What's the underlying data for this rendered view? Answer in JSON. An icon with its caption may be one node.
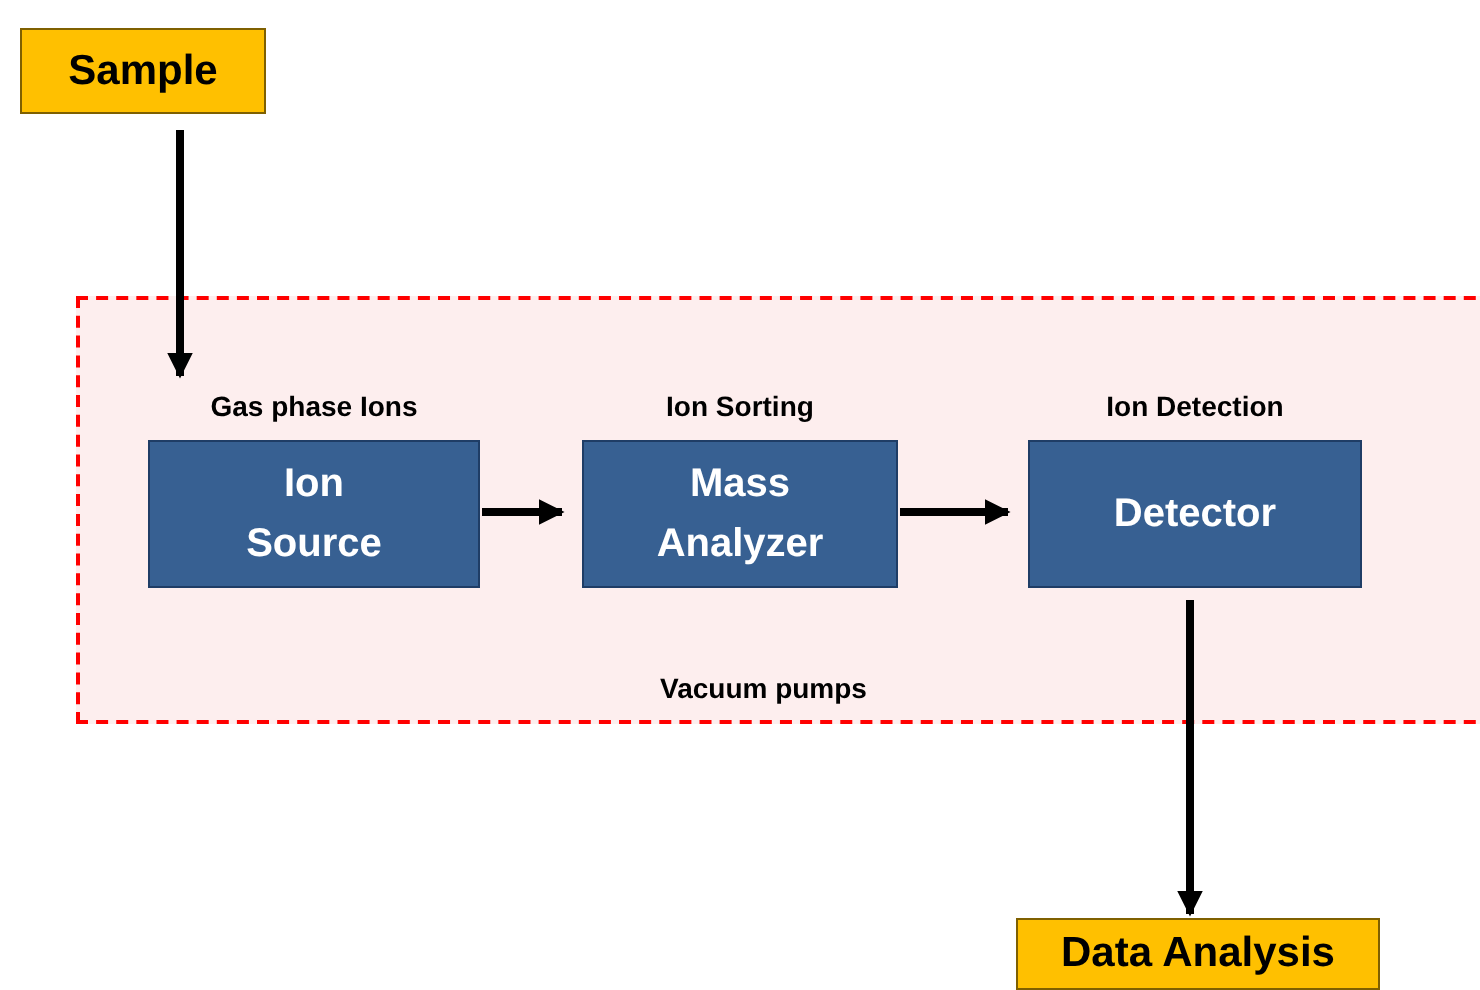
{
  "diagram": {
    "nodes": [
      {
        "text": [
          "Sample"
        ]
      },
      {
        "text": [
          "Vacuum pumps"
        ]
      },
      {
        "text": [
          "Gas phase Ions",
          "Ion Source"
        ],
        "in": 1
      },
      {
        "text": [
          "Ion Sorting",
          "Mass Analyzer"
        ],
        "in": 1
      },
      {
        "text": [
          "Ion Detection",
          "Detector"
        ],
        "in": 1
      },
      {
        "text": [
          "Data Analysis"
        ]
      }
    ],
    "edges": [
      {
        "from": 0,
        "to": 2,
        "arrow": "to"
      },
      {
        "from": 2,
        "to": 3,
        "arrow": "to"
      },
      {
        "from": 3,
        "to": 4,
        "arrow": "to"
      },
      {
        "from": 4,
        "to": 5,
        "arrow": "to"
      }
    ]
  }
}
